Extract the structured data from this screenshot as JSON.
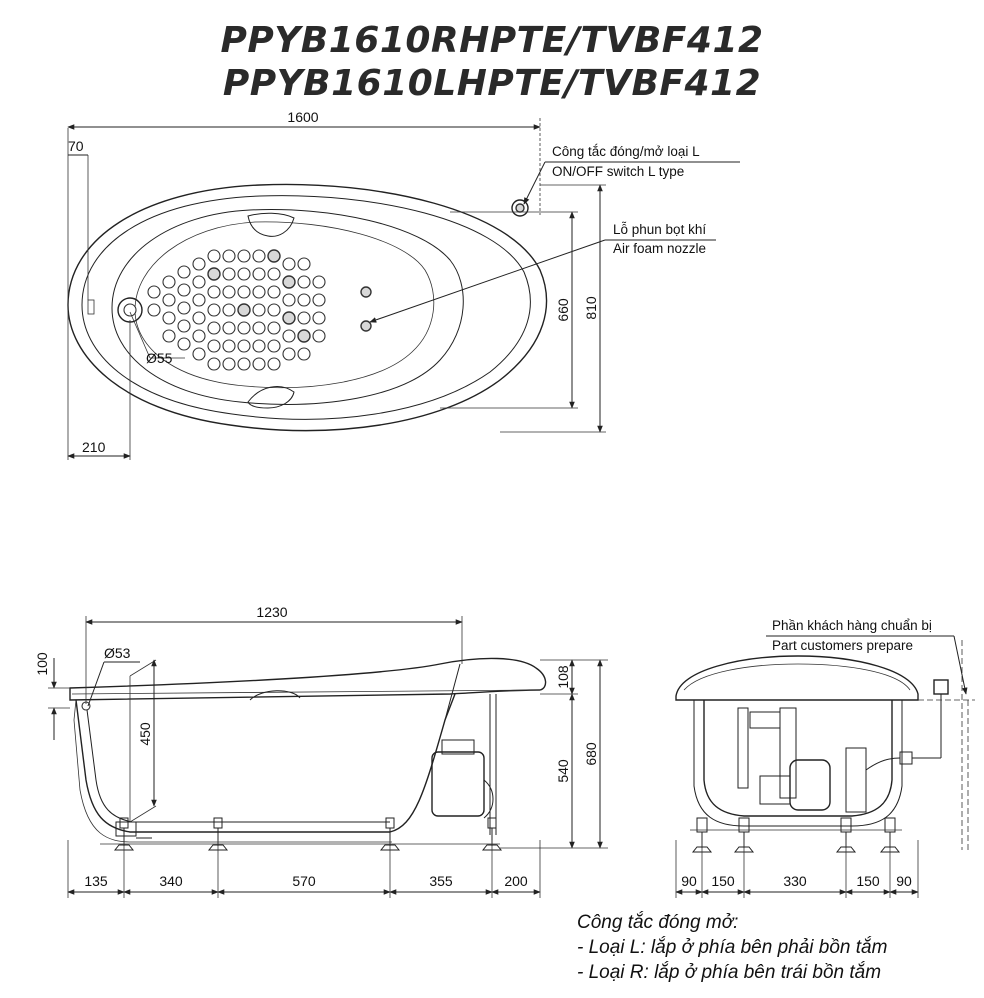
{
  "titles": [
    "PPYB1610RHPTE/TVBF412",
    "PPYB1610LHPTE/TVBF412"
  ],
  "top_view": {
    "dims": {
      "overall_length": "1600",
      "edge_offset": "70",
      "inner_width": "660",
      "outer_width": "810",
      "drain_offset": "210",
      "drain_diameter": "Ø55"
    },
    "switch_callout": {
      "vi": "Công tắc đóng/mở loại L",
      "en": "ON/OFF switch L type"
    },
    "nozzle_callout": {
      "vi": "Lỗ phun bọt khí",
      "en": "Air foam nozzle"
    }
  },
  "side_view": {
    "dims": {
      "basin_length": "1230",
      "rim_height": "100",
      "overflow_diameter": "Ø53",
      "overflow_height": "450",
      "headrest_height": "108",
      "tub_height": "540",
      "total_height": "680"
    },
    "bottom_dims": [
      "135",
      "340",
      "570",
      "355",
      "200"
    ]
  },
  "end_view": {
    "callout": {
      "vi": "Phần khách hàng chuẩn bị",
      "en": "Part customers prepare"
    },
    "bottom_dims": [
      "90",
      "150",
      "330",
      "150",
      "90"
    ]
  },
  "notes": [
    "Công tắc đóng mở:",
    "- Loại L: lắp ở phía bên phải bồn tắm",
    "- Loại R: lắp ở phía bên trái bồn tắm"
  ]
}
